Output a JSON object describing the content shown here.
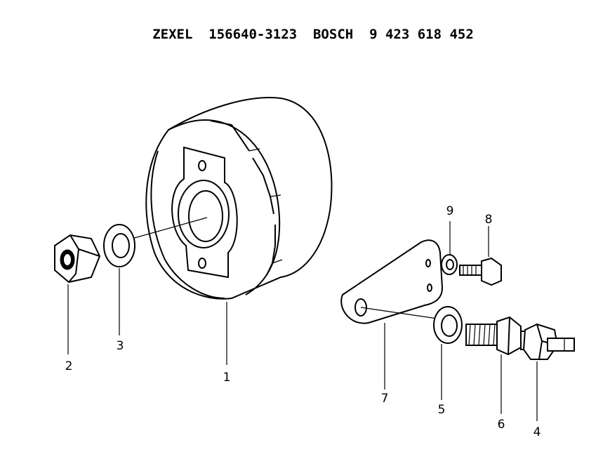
{
  "header": {
    "title": "ZEXEL  156640-3123  BOSCH  9 423 618 452"
  },
  "callouts": {
    "c1": "1",
    "c2": "2",
    "c3": "3",
    "c4": "4",
    "c5": "5",
    "c6": "6",
    "c7": "7",
    "c8": "8",
    "c9": "9"
  }
}
